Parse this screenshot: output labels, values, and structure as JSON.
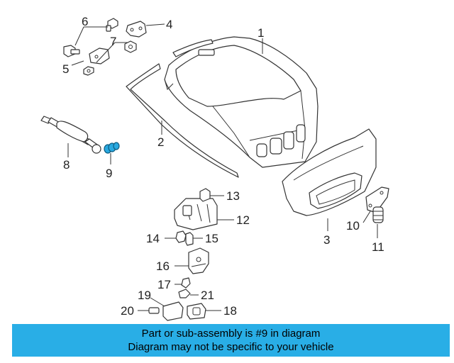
{
  "callouts": {
    "c1": "1",
    "c2": "2",
    "c3": "3",
    "c4": "4",
    "c5": "5",
    "c6": "6",
    "c7": "7",
    "c8": "8",
    "c9": "9",
    "c10": "10",
    "c11": "11",
    "c12": "12",
    "c13": "13",
    "c14": "14",
    "c15": "15",
    "c16": "16",
    "c17": "17",
    "c18": "18",
    "c19": "19",
    "c20": "20",
    "c21": "21"
  },
  "highlighted_part": "9",
  "colors": {
    "banner": "#29aee6",
    "highlight": "#29a9e0"
  },
  "banner": {
    "line1": "Part or sub-assembly is #9 in diagram",
    "line2": "Diagram may not be specific to your vehicle"
  }
}
